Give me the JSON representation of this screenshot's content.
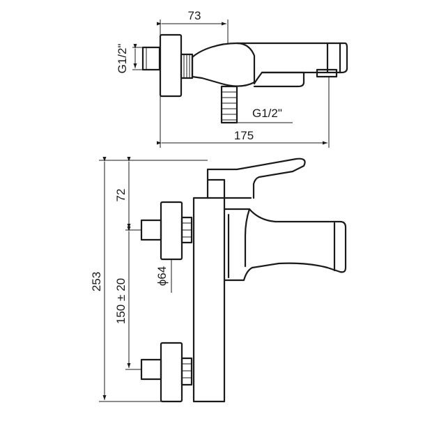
{
  "top_view": {
    "dim_width": "73",
    "dim_inlet": "G1/2\"",
    "dim_outlet": "G1/2\"",
    "dim_length": "175"
  },
  "side_view": {
    "dim_total_height": "253",
    "dim_spout_height": "72",
    "dim_centers": "150 ± 20",
    "dim_escutcheon": "ϕ64"
  }
}
